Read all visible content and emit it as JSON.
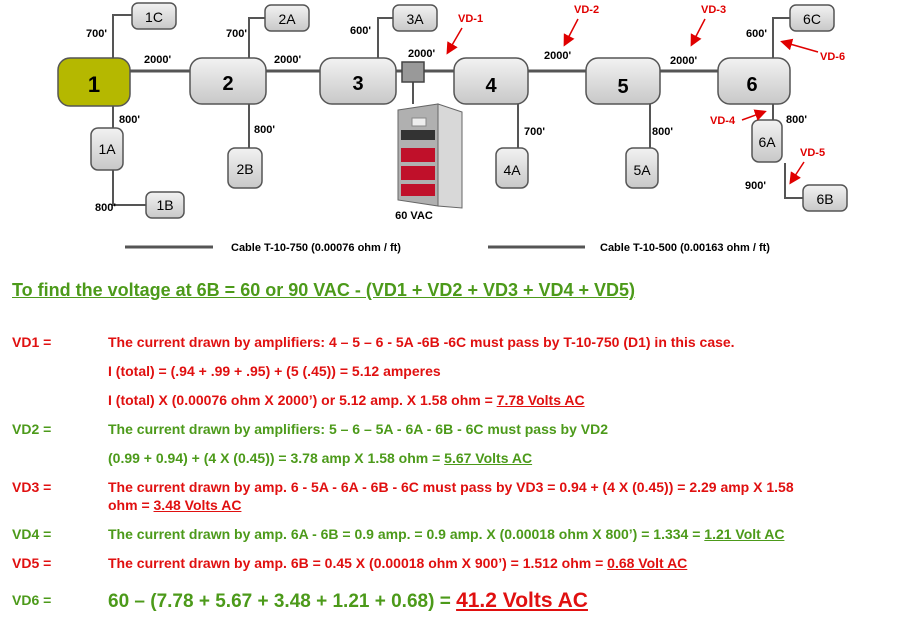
{
  "nodes": {
    "n1": "1",
    "n2": "2",
    "n3": "3",
    "n4": "4",
    "n5": "5",
    "n6": "6",
    "n1a": "1A",
    "n1b": "1B",
    "n1c": "1C",
    "n2a": "2A",
    "n2b": "2B",
    "n3a": "3A",
    "n4a": "4A",
    "n5a": "5A",
    "n6a": "6A",
    "n6b": "6B",
    "n6c": "6C"
  },
  "lengths": {
    "l_1c": "700'",
    "l_1_2": "2000'",
    "l_1a": "800'",
    "l_1b": "800'",
    "l_2a": "700'",
    "l_2_3": "2000'",
    "l_2b": "800'",
    "l_3a": "600'",
    "l_3_4": "2000'",
    "l_4a": "700'",
    "l_4_5": "2000'",
    "l_5a": "800'",
    "l_5_6": "2000'",
    "l_6c": "600'",
    "l_6a": "800'",
    "l_6b": "900'"
  },
  "drops": {
    "vd1": "VD-1",
    "vd2": "VD-2",
    "vd3": "VD-3",
    "vd4": "VD-4",
    "vd5": "VD-5",
    "vd6": "VD-6"
  },
  "power_supply_label": "60 VAC",
  "legend": {
    "cable1": "Cable T-10-750 (0.00076 ohm / ft)",
    "cable2": "Cable T-10-500 (0.00163 ohm / ft)"
  },
  "title": "To find the voltage at 6B = 60 or 90 VAC - (VD1 + VD2 + VD3 + VD4 + VD5)",
  "rows": {
    "vd1_label": "VD1 =",
    "vd1_line1": "The current drawn by amplifiers: 4 – 5 – 6 - 5A -6B -6C must pass by T-10-750 (D1) in this case.",
    "vd1_line2": "I (total) = (.94 + .99 + .95) + (5 (.45)) = 5.12 amperes",
    "vd1_line3_pre": "I (total) X (0.00076 ohm X 2000’) or 5.12 amp. X 1.58 ohm = ",
    "vd1_result": "7.78 Volts AC",
    "vd2_label": "VD2 =",
    "vd2_line1": "The current drawn by amplifiers: 5 – 6 – 5A - 6A - 6B - 6C must pass by VD2",
    "vd2_line2_pre": "(0.99 + 0.94) + (4 X (0.45)) = 3.78 amp X 1.58 ohm = ",
    "vd2_result": "5.67 Volts AC",
    "vd3_label": "VD3 =",
    "vd3_line1": "The current drawn by amp. 6 - 5A - 6A - 6B - 6C must pass by VD3 = 0.94 + (4 X (0.45)) = 2.29 amp X 1.58",
    "vd3_line2_pre": "ohm = ",
    "vd3_result": "3.48 Volts AC",
    "vd4_label": "VD4 =",
    "vd4_line1_pre": "The current drawn by amp. 6A - 6B = 0.9 amp. = 0.9 amp. X (0.00018 ohm X 800’) = 1.334 = ",
    "vd4_result": "1.21 Volt AC",
    "vd5_label": "VD5 =",
    "vd5_line1_pre": "The current drawn by amp. 6B = 0.45 X (0.00018 ohm X 900’) = 1.512 ohm = ",
    "vd5_result": "0.68 Volt AC",
    "vd6_label": "VD6 =",
    "vd6_line1_pre": "60 – (7.78 + 5.67 + 3.48 + 1.21 + 0.68) = ",
    "vd6_result": "41.2 Volts AC"
  },
  "colors": {
    "red": "#e01010",
    "green": "#4c9a1a",
    "node_fill": "#d9d9d9",
    "headend_fill": "#b5b800"
  }
}
